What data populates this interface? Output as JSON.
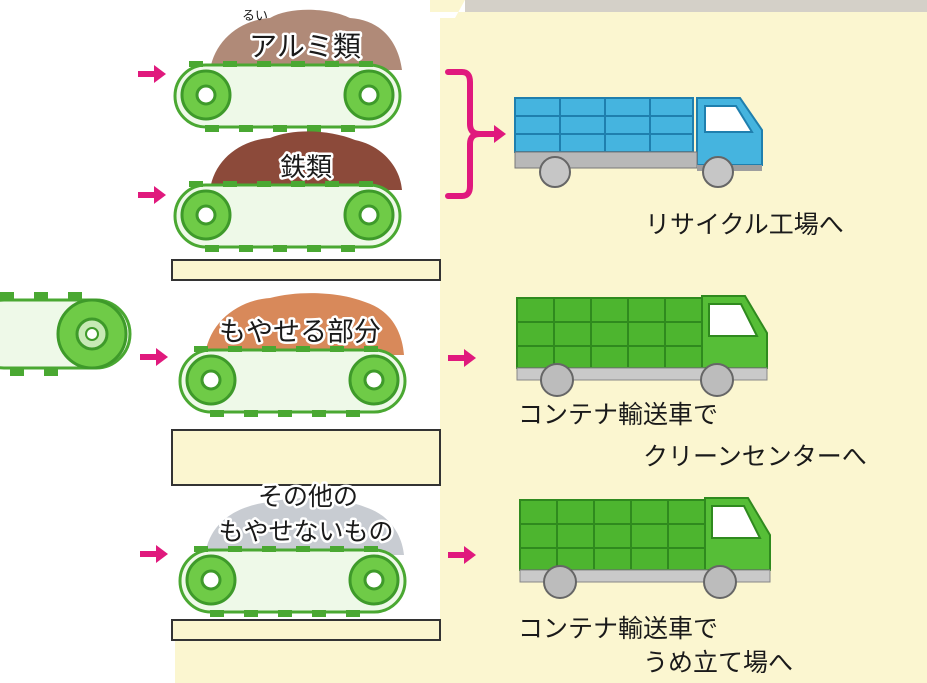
{
  "colors": {
    "background": "#fbf6d0",
    "panel": "#ffffff",
    "arrow": "#e0197d",
    "belt": "#5cc13c",
    "truck_blue": "#45b4df",
    "truck_green": "#4db52f"
  },
  "streams": [
    {
      "id": "aluminum",
      "label": "アルミ類",
      "ruby": "るい"
    },
    {
      "id": "iron",
      "label": "鉄類"
    },
    {
      "id": "burnable",
      "label": "もやせる部分"
    },
    {
      "id": "other",
      "label_line1": "その他の",
      "label_line2": "もやせないもの"
    }
  ],
  "destinations": {
    "recycle": {
      "line1": "リサイクル工場へ"
    },
    "clean_center": {
      "line1": "コンテナ輸送車で",
      "line2": "クリーンセンターへ"
    },
    "landfill": {
      "line1": "コンテナ輸送車で",
      "line2": "うめ立て場へ"
    }
  },
  "icons": {
    "arrow": "right-arrow-icon",
    "bracket": "bracket-icon",
    "truck": "truck-icon",
    "conveyor": "conveyor-icon"
  }
}
